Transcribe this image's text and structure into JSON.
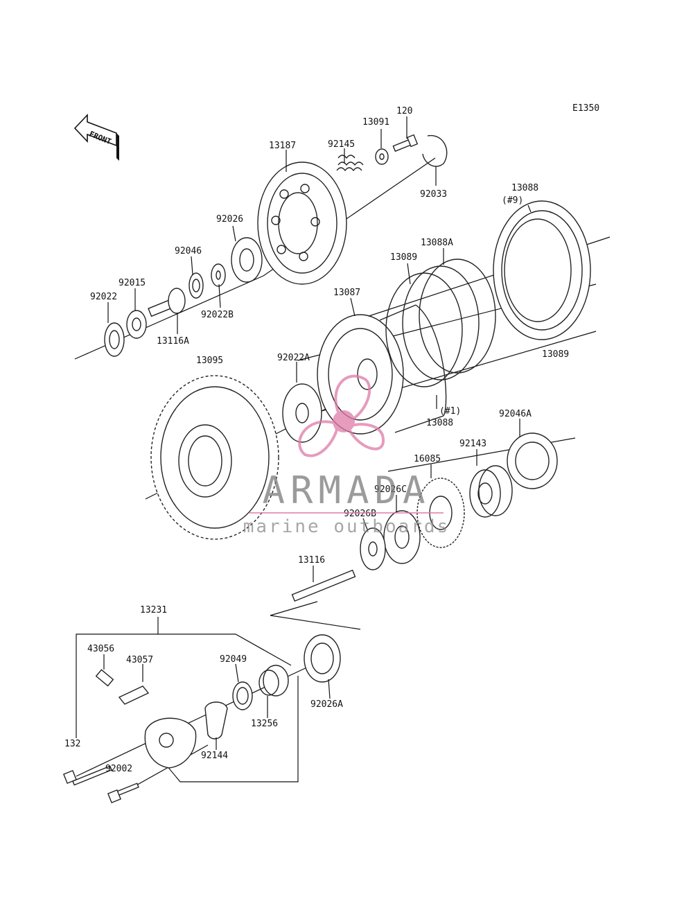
{
  "diagram": {
    "code": "E1350",
    "front_label": "FRONT",
    "labels": {
      "l13187": "13187",
      "l92145": "92145",
      "l13091": "13091",
      "l120": "120",
      "l92033": "92033",
      "l13088_top": "13088",
      "l9": "(#9)",
      "l92026": "92026",
      "l13088A": "13088A",
      "l13089_top": "13089",
      "l92046": "92046",
      "l92015": "92015",
      "l92022": "92022",
      "l92022B": "92022B",
      "l13087": "13087",
      "l13116A": "13116A",
      "l13095": "13095",
      "l92022A": "92022A",
      "l13089_right": "13089",
      "l1": "(#1)",
      "l13088_mid": "13088",
      "l92046A": "92046A",
      "l92143": "92143",
      "l16085": "16085",
      "l92026C": "92026C",
      "l92026B": "92026B",
      "l13116": "13116",
      "l13231": "13231",
      "l43056": "43056",
      "l43057": "43057",
      "l92049": "92049",
      "l92026A": "92026A",
      "l13256": "13256",
      "l132": "132",
      "l92002": "92002",
      "l92144": "92144"
    }
  },
  "watermark": {
    "brand": "ARMADA",
    "tagline": "marine outboards",
    "color": "#e07aa8"
  }
}
